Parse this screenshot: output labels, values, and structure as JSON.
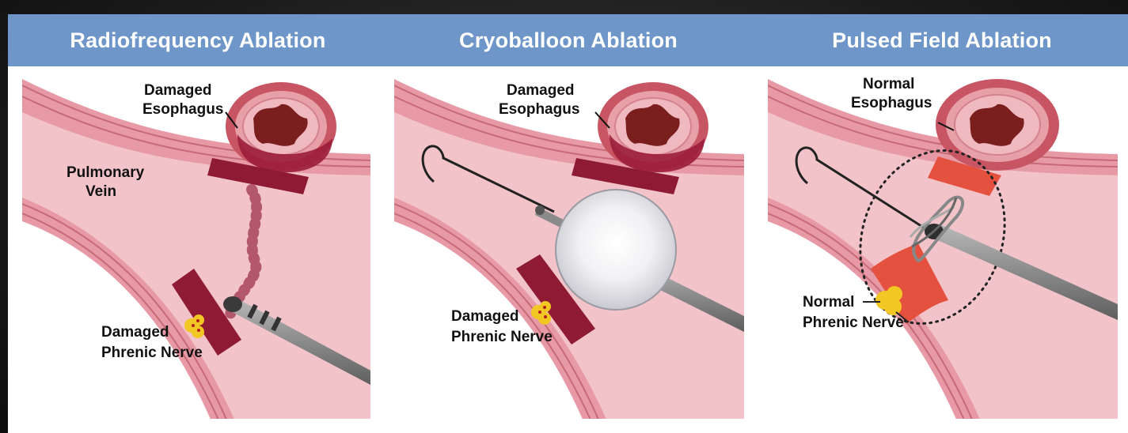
{
  "colors": {
    "header_bg": "#6f96c9",
    "tissue_pink": "#f0c2c8",
    "vein_wall": "#d77b86",
    "lesion_dark": "#8e1a34",
    "lesion_pfa": "#e5513f",
    "nerve_yellow": "#f2c623",
    "catheter_gray": "#8a8a8a"
  },
  "panels": [
    {
      "title": "Radiofrequency Ablation",
      "labels": {
        "esophagus": "Damaged Esophagus",
        "esophagus_line1": "Damaged",
        "esophagus_line2": "Esophagus",
        "vein_line1": "Pulmonary",
        "vein_line2": "Vein",
        "nerve_line1": "Damaged",
        "nerve_line2": "Phrenic Nerve"
      },
      "icons": [
        "esophagus-icon",
        "pulmonary-vein-icon",
        "rf-catheter-icon",
        "phrenic-nerve-icon"
      ]
    },
    {
      "title": "Cryoballoon Ablation",
      "labels": {
        "esophagus_line1": "Damaged",
        "esophagus_line2": "Esophagus",
        "nerve_line1": "Damaged",
        "nerve_line2": "Phrenic Nerve"
      },
      "icons": [
        "esophagus-icon",
        "cryoballoon-icon",
        "guidewire-icon",
        "phrenic-nerve-icon"
      ]
    },
    {
      "title": "Pulsed Field Ablation",
      "labels": {
        "esophagus_line1": "Normal",
        "esophagus_line2": "Esophagus",
        "nerve_line1": "Normal",
        "nerve_line2": "Phrenic Nerve"
      },
      "icons": [
        "esophagus-icon",
        "pfa-catheter-icon",
        "electric-field-icon",
        "phrenic-nerve-icon"
      ]
    }
  ]
}
